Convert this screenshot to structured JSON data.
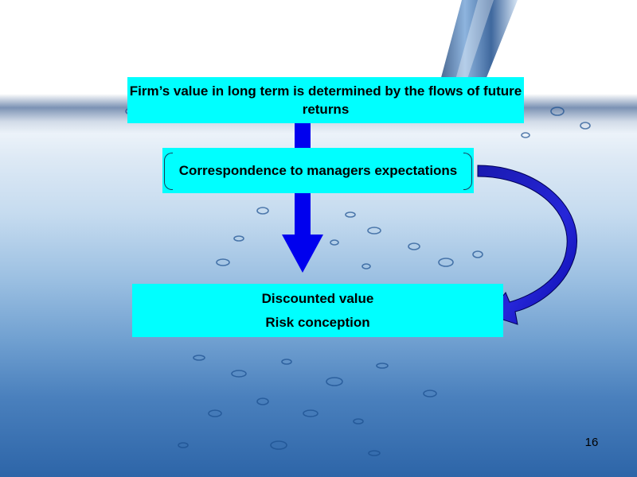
{
  "diagram": {
    "top_box": "Firm’s value in long term is determined by the flows of future returns",
    "middle_box": "Correspondence to managers expectations",
    "bottom_box_lines": [
      "Discounted value",
      "Risk conception"
    ]
  },
  "footer": {
    "page_number": "16"
  },
  "colors": {
    "box_fill": "#00ffff",
    "arrow_fill": "#0000ee",
    "background_water": "#2d65a8"
  },
  "icons": {
    "down_arrow": "down-arrow-icon",
    "curved_arrow": "curved-arrow-icon"
  }
}
